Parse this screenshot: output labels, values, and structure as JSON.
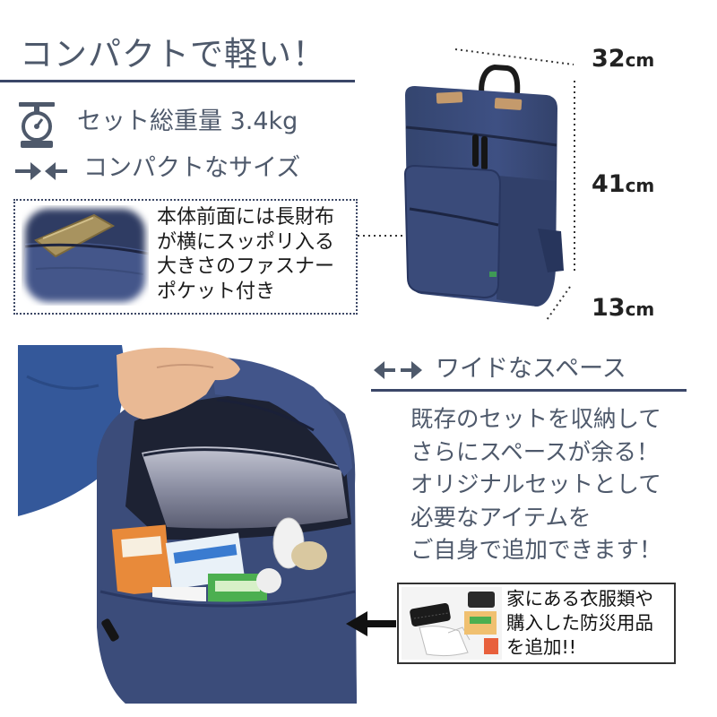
{
  "header": {
    "title": "コンパクトで軽い！"
  },
  "features": [
    {
      "icon": "scale-icon",
      "text": "セット総重量 3.4kg"
    },
    {
      "icon": "compress-arrows-icon",
      "text": "コンパクトなサイズ"
    }
  ],
  "pocket_callout": {
    "lines": [
      "本体前面には長財布",
      "が横にスッポリ入る",
      "大きさのファスナー",
      "ポケット付き"
    ]
  },
  "dimensions": {
    "width": {
      "value": "32",
      "unit": "cm"
    },
    "height": {
      "value": "41",
      "unit": "cm"
    },
    "depth": {
      "value": "13",
      "unit": "cm"
    }
  },
  "space": {
    "icon": "expand-arrows-icon",
    "heading": "ワイドなスペース",
    "lines": [
      "既存のセットを収納して",
      "さらにスペースが余る！",
      "オリジナルセットとして",
      "必要なアイテムを",
      "ご自身で追加できます！"
    ]
  },
  "add_items": {
    "icon": "arrow-left-icon",
    "lines": [
      "家にある衣服類や",
      "購入した防災用品",
      "を追加!!"
    ]
  },
  "colors": {
    "text": "#4e596b",
    "rule": "#3b4768",
    "bag": "#3b4c7a",
    "dimension_text": "#222222"
  }
}
